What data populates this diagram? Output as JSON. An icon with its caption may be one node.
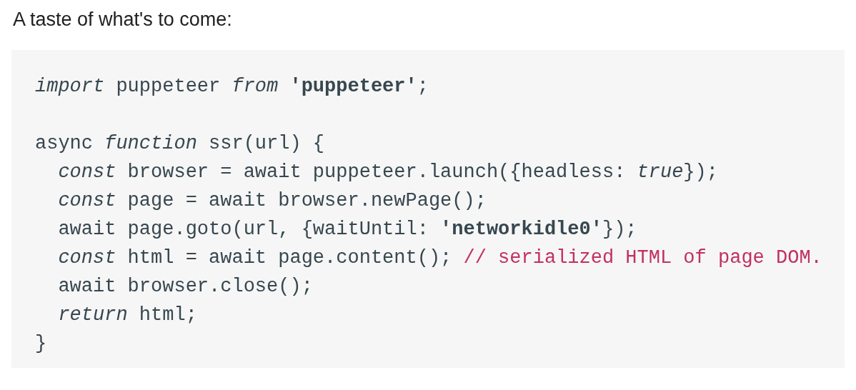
{
  "diagram": {
    "title": "A taste of what's to come:",
    "nodes": [
      {
        "text": [
          "*import* puppeteer *from* **'puppeteer'**;",
          "async *function* ssr(url) {\n  *const* browser = await puppeteer.launch({headless: *true*});\n  *const* page = await browser.newPage();\n  await page.goto(url, {waitUntil: **'networkidle0'**});\n  *const* html = await page.content(); // serialized HTML of page DOM.\n  await browser.close();\n  *return* html;\n}"
        ]
      }
    ]
  }
}
